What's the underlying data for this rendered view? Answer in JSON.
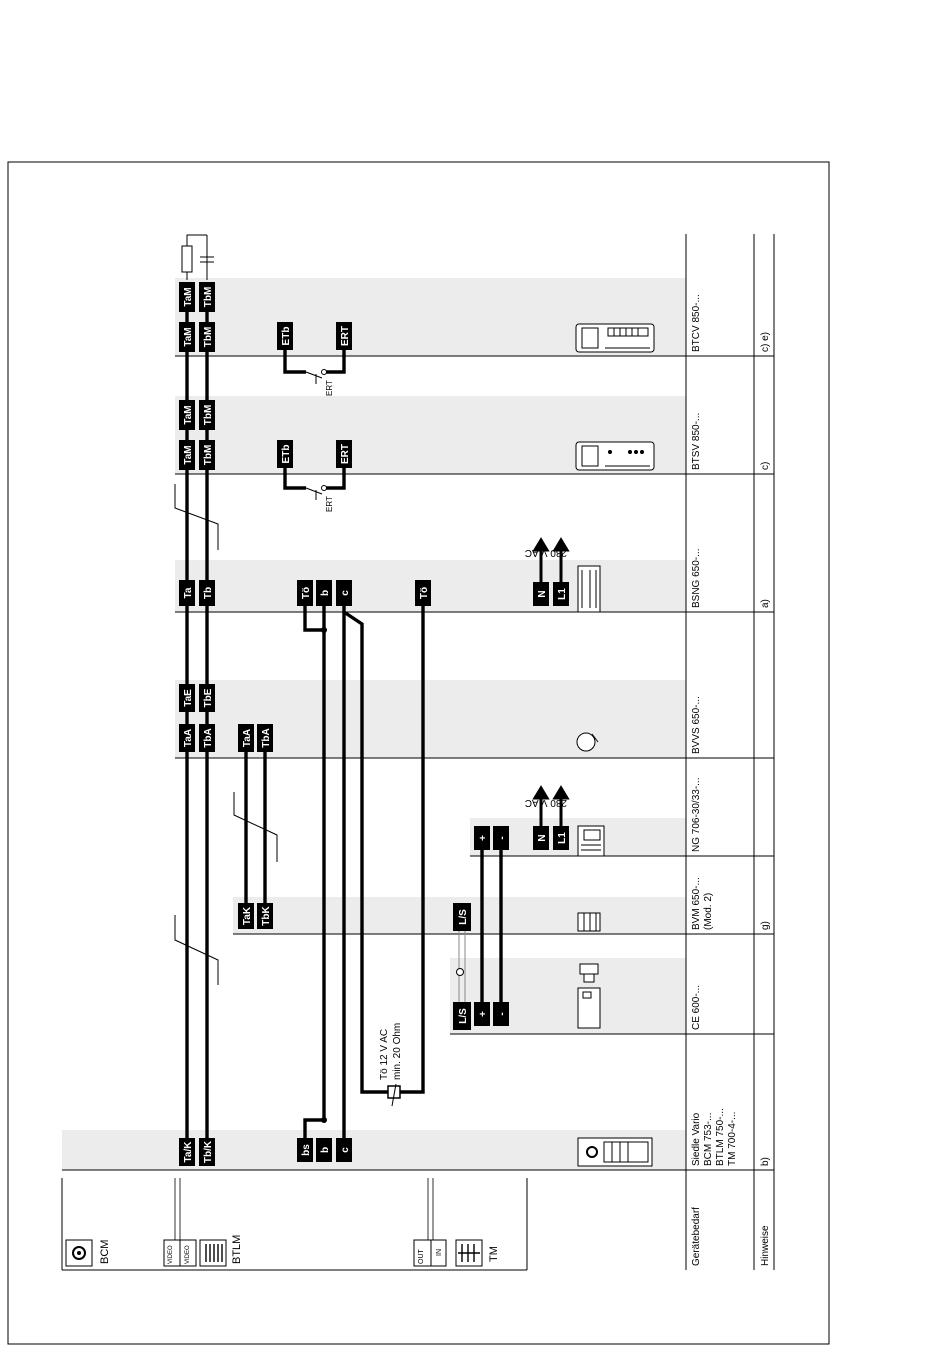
{
  "table": {
    "row_header_devices": "Gerätebedarf",
    "row_header_notes": "Hinweise",
    "columns": [
      {
        "devices": [
          "Siedle Vario",
          "BCM 753-...",
          "BTLM 750-...",
          "TM 700-4-..."
        ],
        "note": "b)"
      },
      {
        "devices": [
          "CE 600-..."
        ],
        "note": ""
      },
      {
        "devices": [
          "BVM 650-...",
          "(Mod. 2)"
        ],
        "note": "g)"
      },
      {
        "devices": [
          "NG 706-30/33-..."
        ],
        "note": ""
      },
      {
        "devices": [
          "BVVS 650-..."
        ],
        "note": ""
      },
      {
        "devices": [
          "BSNG 650-..."
        ],
        "note": "a)"
      },
      {
        "devices": [
          "BTSV 850-..."
        ],
        "note": "c)"
      },
      {
        "devices": [
          "BTCV 850-..."
        ],
        "note": "c) e)"
      }
    ]
  },
  "modules": {
    "bcm": "BCM",
    "btlm": "BTLM",
    "tm": "TM",
    "video_1": "VIDEO",
    "video_2": "VIDEO",
    "out": "OUT",
    "in": "IN"
  },
  "terminals": {
    "vario": [
      "Ta/K",
      "Tb/K",
      "bs",
      "b",
      "c"
    ],
    "ce": [
      "L/S",
      "+",
      "-"
    ],
    "bvm": [
      "TaK",
      "TbK",
      "L/S"
    ],
    "ng": [
      "+",
      "-",
      "N",
      "L1"
    ],
    "bvvs_in": [
      "TaA",
      "TbA",
      "TaA",
      "TbA"
    ],
    "bvvs_out": [
      "TaE",
      "TbE"
    ],
    "bsng": [
      "Ta",
      "Tb",
      "Tö",
      "b",
      "c",
      "Tö",
      "N",
      "L1"
    ],
    "btsv_in": [
      "TaM",
      "TbM",
      "ETb",
      "ERT"
    ],
    "btsv_out": [
      "TaM",
      "TbM"
    ],
    "btcv_in": [
      "TaM",
      "TbM",
      "ETb",
      "ERT"
    ],
    "btcv_out": [
      "TaM",
      "TbM"
    ]
  },
  "annotations": {
    "mains_ng": "230 V AC",
    "mains_bsng": "230 V AC",
    "ert_btsv": "ERT",
    "ert_btcv": "ERT",
    "to_line1": "Tö 12 V AC",
    "to_line2": "min. 20 Ohm"
  }
}
